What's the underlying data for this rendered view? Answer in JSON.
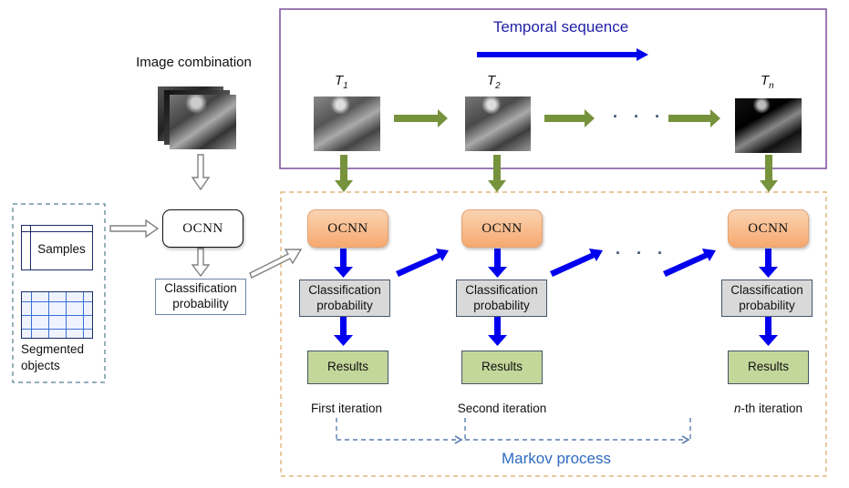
{
  "title_image_combination": "Image combination",
  "temporal": {
    "label": "Temporal sequence",
    "times": [
      {
        "base": "T",
        "sub": "1"
      },
      {
        "base": "T",
        "sub": "2"
      },
      {
        "base": "T",
        "sub": "n"
      }
    ],
    "ellipsis": "· · ·"
  },
  "left_panel": {
    "samples_label": "Samples",
    "segmented_label_line1": "Segmented",
    "segmented_label_line2": "objects"
  },
  "initial": {
    "ocnn_label": "OCNN",
    "prob_line1": "Classification",
    "prob_line2": "probability"
  },
  "iterations": [
    {
      "ocnn": "OCNN",
      "prob_line1": "Classification",
      "prob_line2": "probability",
      "result": "Results",
      "caption": "First iteration",
      "caption_italic_prefix": ""
    },
    {
      "ocnn": "OCNN",
      "prob_line1": "Classification",
      "prob_line2": "probability",
      "result": "Results",
      "caption": "Second iteration",
      "caption_italic_prefix": ""
    },
    {
      "ocnn": "OCNN",
      "prob_line1": "Classification",
      "prob_line2": "probability",
      "result": "Results",
      "caption": "-th iteration",
      "caption_italic_prefix": "n"
    }
  ],
  "iteration_ellipsis": "· · ·",
  "markov_label": "Markov process",
  "colors": {
    "temporal_frame": "#7a4d9a",
    "process_frame": "#d9a860",
    "left_frame": "#4f7f8a",
    "blue_arrow": "#0000ee",
    "green_arrow": "#76923c",
    "grey_arrow": "#808080",
    "markov_text": "#2e6bc0",
    "temporal_text": "#1f1fa8",
    "markov_dash": "#5b7fb0"
  }
}
